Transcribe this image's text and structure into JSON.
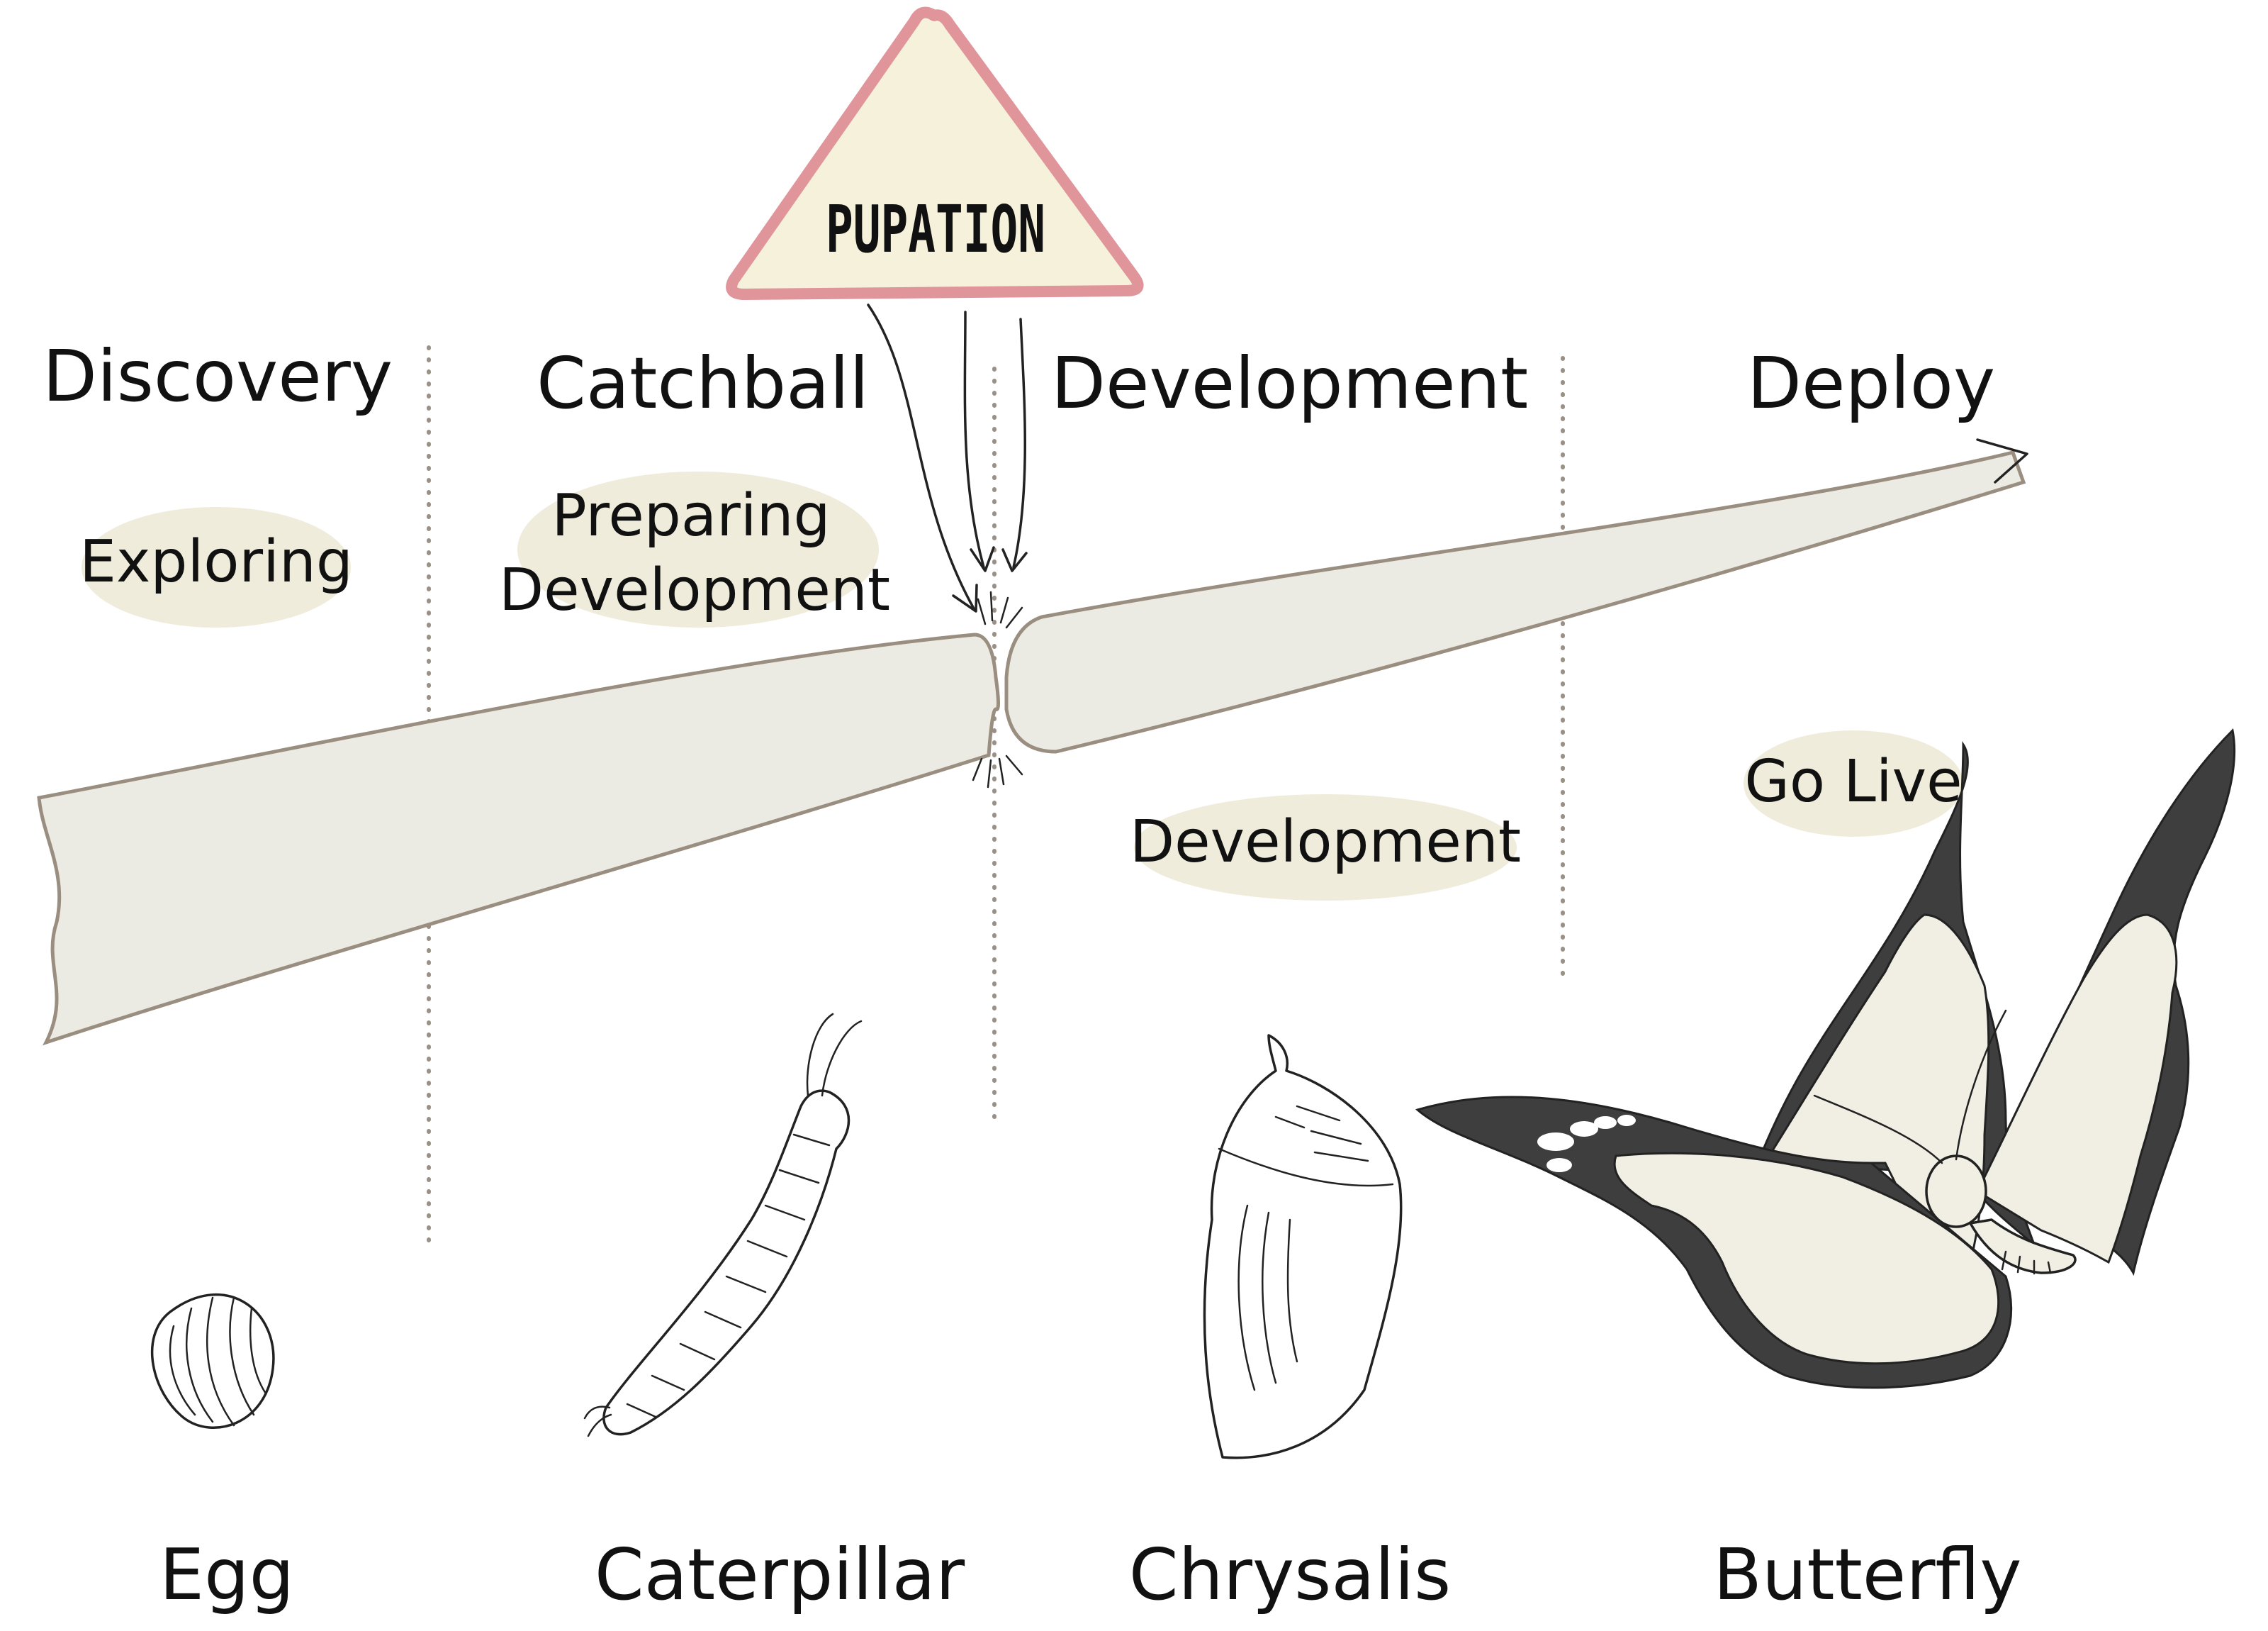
{
  "colors": {
    "band_fill": "#ebeae3",
    "band_stroke": "#9a8e80",
    "blob_fill": "#efecdb",
    "warning_border": "#e0959b",
    "warning_fill": "#f6f1da",
    "wing_fill": "#f1efe3",
    "wing_dark": "#3e3e3e",
    "divider": "#9a9086"
  },
  "warning_sign": {
    "label": "PUPATION",
    "icon": "warning-triangle-icon"
  },
  "phases": [
    {
      "label": "Discovery"
    },
    {
      "label": "Catchball"
    },
    {
      "label": "Development"
    },
    {
      "label": "Deploy"
    }
  ],
  "activities": [
    {
      "lines": [
        "Exploring"
      ]
    },
    {
      "lines": [
        "Preparing",
        "Development"
      ]
    },
    {
      "lines": [
        "Development"
      ]
    },
    {
      "lines": [
        "Go Live"
      ]
    }
  ],
  "stages": [
    {
      "label": "Egg",
      "icon": "egg-icon"
    },
    {
      "label": "Caterpillar",
      "icon": "caterpillar-icon"
    },
    {
      "label": "Chrysalis",
      "icon": "chrysalis-icon"
    },
    {
      "label": "Butterfly",
      "icon": "butterfly-icon"
    }
  ]
}
